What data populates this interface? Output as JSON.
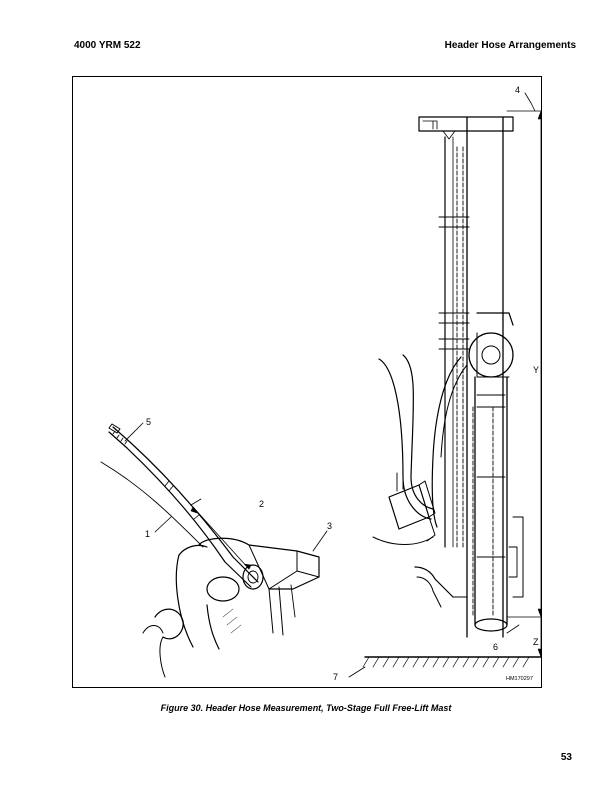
{
  "header": {
    "left": "4000 YRM 522",
    "right": "Header Hose Arrangements"
  },
  "figure": {
    "callouts": [
      "1",
      "2",
      "3",
      "4",
      "5",
      "6",
      "7"
    ],
    "dimension_labels": {
      "y": "Y",
      "z": "Z"
    },
    "image_code": "HM170297"
  },
  "caption": "Figure 30.  Header Hose Measurement, Two-Stage Full Free-Lift Mast",
  "page_number": "53"
}
